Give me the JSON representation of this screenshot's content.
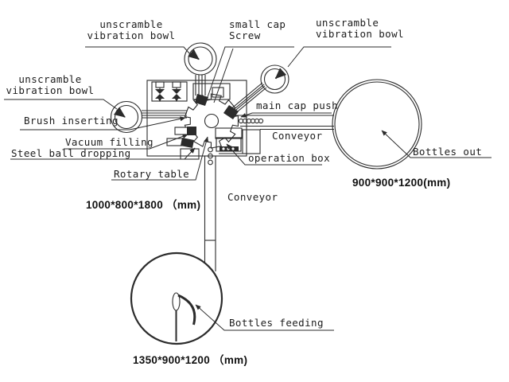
{
  "diagram": {
    "labels": {
      "unscramble_top": "unscramble\nvibration bowl",
      "small_cap_screw": "small cap\nScrew",
      "unscramble_right": "unscramble\nvibration bowl",
      "unscramble_left": "unscramble\nvibration bowl",
      "brush_inserting": "Brush inserting",
      "vacuum_filling": "Vacuum filling",
      "steel_ball_dropping": "Steel ball dropping",
      "rotary_table": "Rotary table",
      "main_cap_push": "main cap push",
      "conveyor_right": "Conveyor",
      "operation_box": "operation box",
      "conveyor_vertical": "Conveyor",
      "bottles_out": "Bottles out",
      "bottles_feeding": "Bottles feeding"
    },
    "dimensions": {
      "machine": "1000*800*1800 （mm)",
      "bottles_out_table": "900*900*1200(mm)",
      "bottles_feeding_table": "1350*900*1200 （mm)"
    },
    "colors": {
      "line": "#2b2b2b",
      "background": "#ffffff"
    }
  }
}
